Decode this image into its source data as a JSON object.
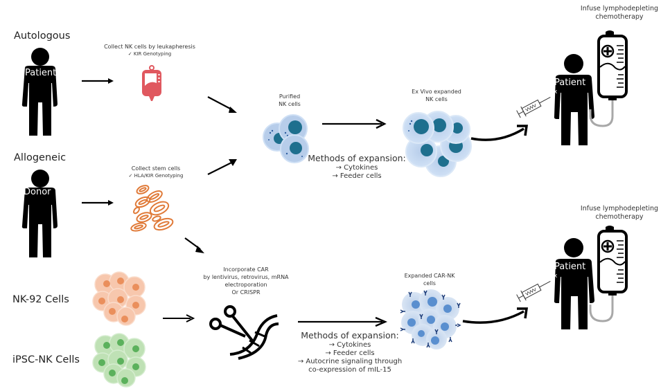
{
  "sources": {
    "autologous": {
      "heading": "Autologous",
      "person_label": "Patient"
    },
    "allogeneic": {
      "heading": "Allogeneic",
      "person_label": "Donor"
    },
    "nk92": {
      "heading": "NK-92 Cells"
    },
    "ipsc": {
      "heading": "iPSC-NK Cells"
    }
  },
  "collection": {
    "leukapheresis": {
      "title": "Collect NK cells by leukapheresis",
      "check": "✓ KIR Genotyping"
    },
    "stem_cells": {
      "title": "Collect stem cells",
      "check": "✓ HLA/KIR Genotyping"
    }
  },
  "purified": {
    "line1": "Purified",
    "line2": "NK cells"
  },
  "expanded": {
    "line1": "Ex Vivo expanded",
    "line2": "NK cells"
  },
  "methods_top": {
    "title": "Methods of expansion:",
    "items": [
      "→ Cytokines",
      "→ Feeder cells"
    ]
  },
  "car": {
    "lines": [
      "Incorporate CAR",
      "by lentivirus, retrovirus, mRNA",
      "electroporation",
      "Or CRISPR"
    ]
  },
  "car_nk": {
    "line1": "Expanded CAR-NK",
    "line2": "cells"
  },
  "methods_bottom": {
    "title": "Methods of expansion:",
    "items": [
      "→ Cytokines",
      "→ Feeder cells",
      "→ Autocrine signaling through",
      "co-expression of mIL-15"
    ]
  },
  "infusion_top": {
    "line1": "Infuse lymphodepleting",
    "line2": "chemotherapy",
    "patient_label": "Patient",
    "site_mark": "x"
  },
  "infusion_bottom": {
    "line1": "Infuse lymphodepleting",
    "line2": "chemotherapy",
    "patient_label": "Patient",
    "site_mark": "x"
  },
  "colors": {
    "blood_bag": "#e0585f",
    "stem_cell": "#e07a38",
    "nk_cell_body": "#b7cdea",
    "nk_cell_nucleus": "#1e6f8e",
    "car_nucleus": "#5a8fcf",
    "nk92_body": "#f7c7ad",
    "nk92_nucleus": "#ea8f5c",
    "ipsc_body": "#bfe1b5",
    "ipsc_nucleus": "#5bb15c",
    "tube": "#a8a8a8"
  }
}
